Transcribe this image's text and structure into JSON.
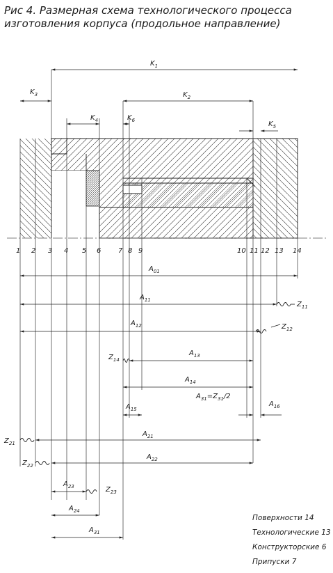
{
  "caption": {
    "line1": "Рис 4.  Размерная схема  технологического процесса",
    "line2": "изготовления корпуса (продольное направление)"
  },
  "surfaces": [
    "1",
    "2",
    "3",
    "4",
    "5",
    "6",
    "7",
    "8",
    "9",
    "10",
    "11",
    "12",
    "13",
    "14"
  ],
  "dims": {
    "k1": {
      "m": "K",
      "s": "1"
    },
    "k2": {
      "m": "K",
      "s": "2"
    },
    "k3": {
      "m": "K",
      "s": "3"
    },
    "k4": {
      "m": "K",
      "s": "4"
    },
    "k5": {
      "m": "K",
      "s": "5"
    },
    "k6": {
      "m": "K",
      "s": "6"
    },
    "a01": {
      "m": "A",
      "s": "01"
    },
    "a11": {
      "m": "A",
      "s": "11"
    },
    "a12": {
      "m": "A",
      "s": "12"
    },
    "a13": {
      "m": "A",
      "s": "13"
    },
    "a14": {
      "m": "A",
      "s": "14"
    },
    "a15": {
      "m": "A",
      "s": "15"
    },
    "a16": {
      "m": "A",
      "s": "16"
    },
    "a21": {
      "m": "A",
      "s": "21"
    },
    "a22": {
      "m": "A",
      "s": "22"
    },
    "a23": {
      "m": "A",
      "s": "23"
    },
    "a24": {
      "m": "A",
      "s": "24"
    },
    "a31": {
      "m": "A",
      "s": "31"
    },
    "z11": {
      "m": "Z",
      "s": "11"
    },
    "z12": {
      "m": "Z",
      "s": "12"
    },
    "z14": {
      "m": "Z",
      "s": "14"
    },
    "z21": {
      "m": "Z",
      "s": "21"
    },
    "z22": {
      "m": "Z",
      "s": "22"
    },
    "z23": {
      "m": "Z",
      "s": "23"
    }
  },
  "formula": {
    "a": "A",
    "as": "31",
    "eq": "=Z",
    "zs": "31",
    "tail": "/2"
  },
  "legend": [
    {
      "label": "Поверхности",
      "value": "14"
    },
    {
      "label": "Технологические",
      "value": "13"
    },
    {
      "label": "Конструкторские",
      "value": "6"
    },
    {
      "label": "Припуски",
      "value": "7"
    }
  ]
}
